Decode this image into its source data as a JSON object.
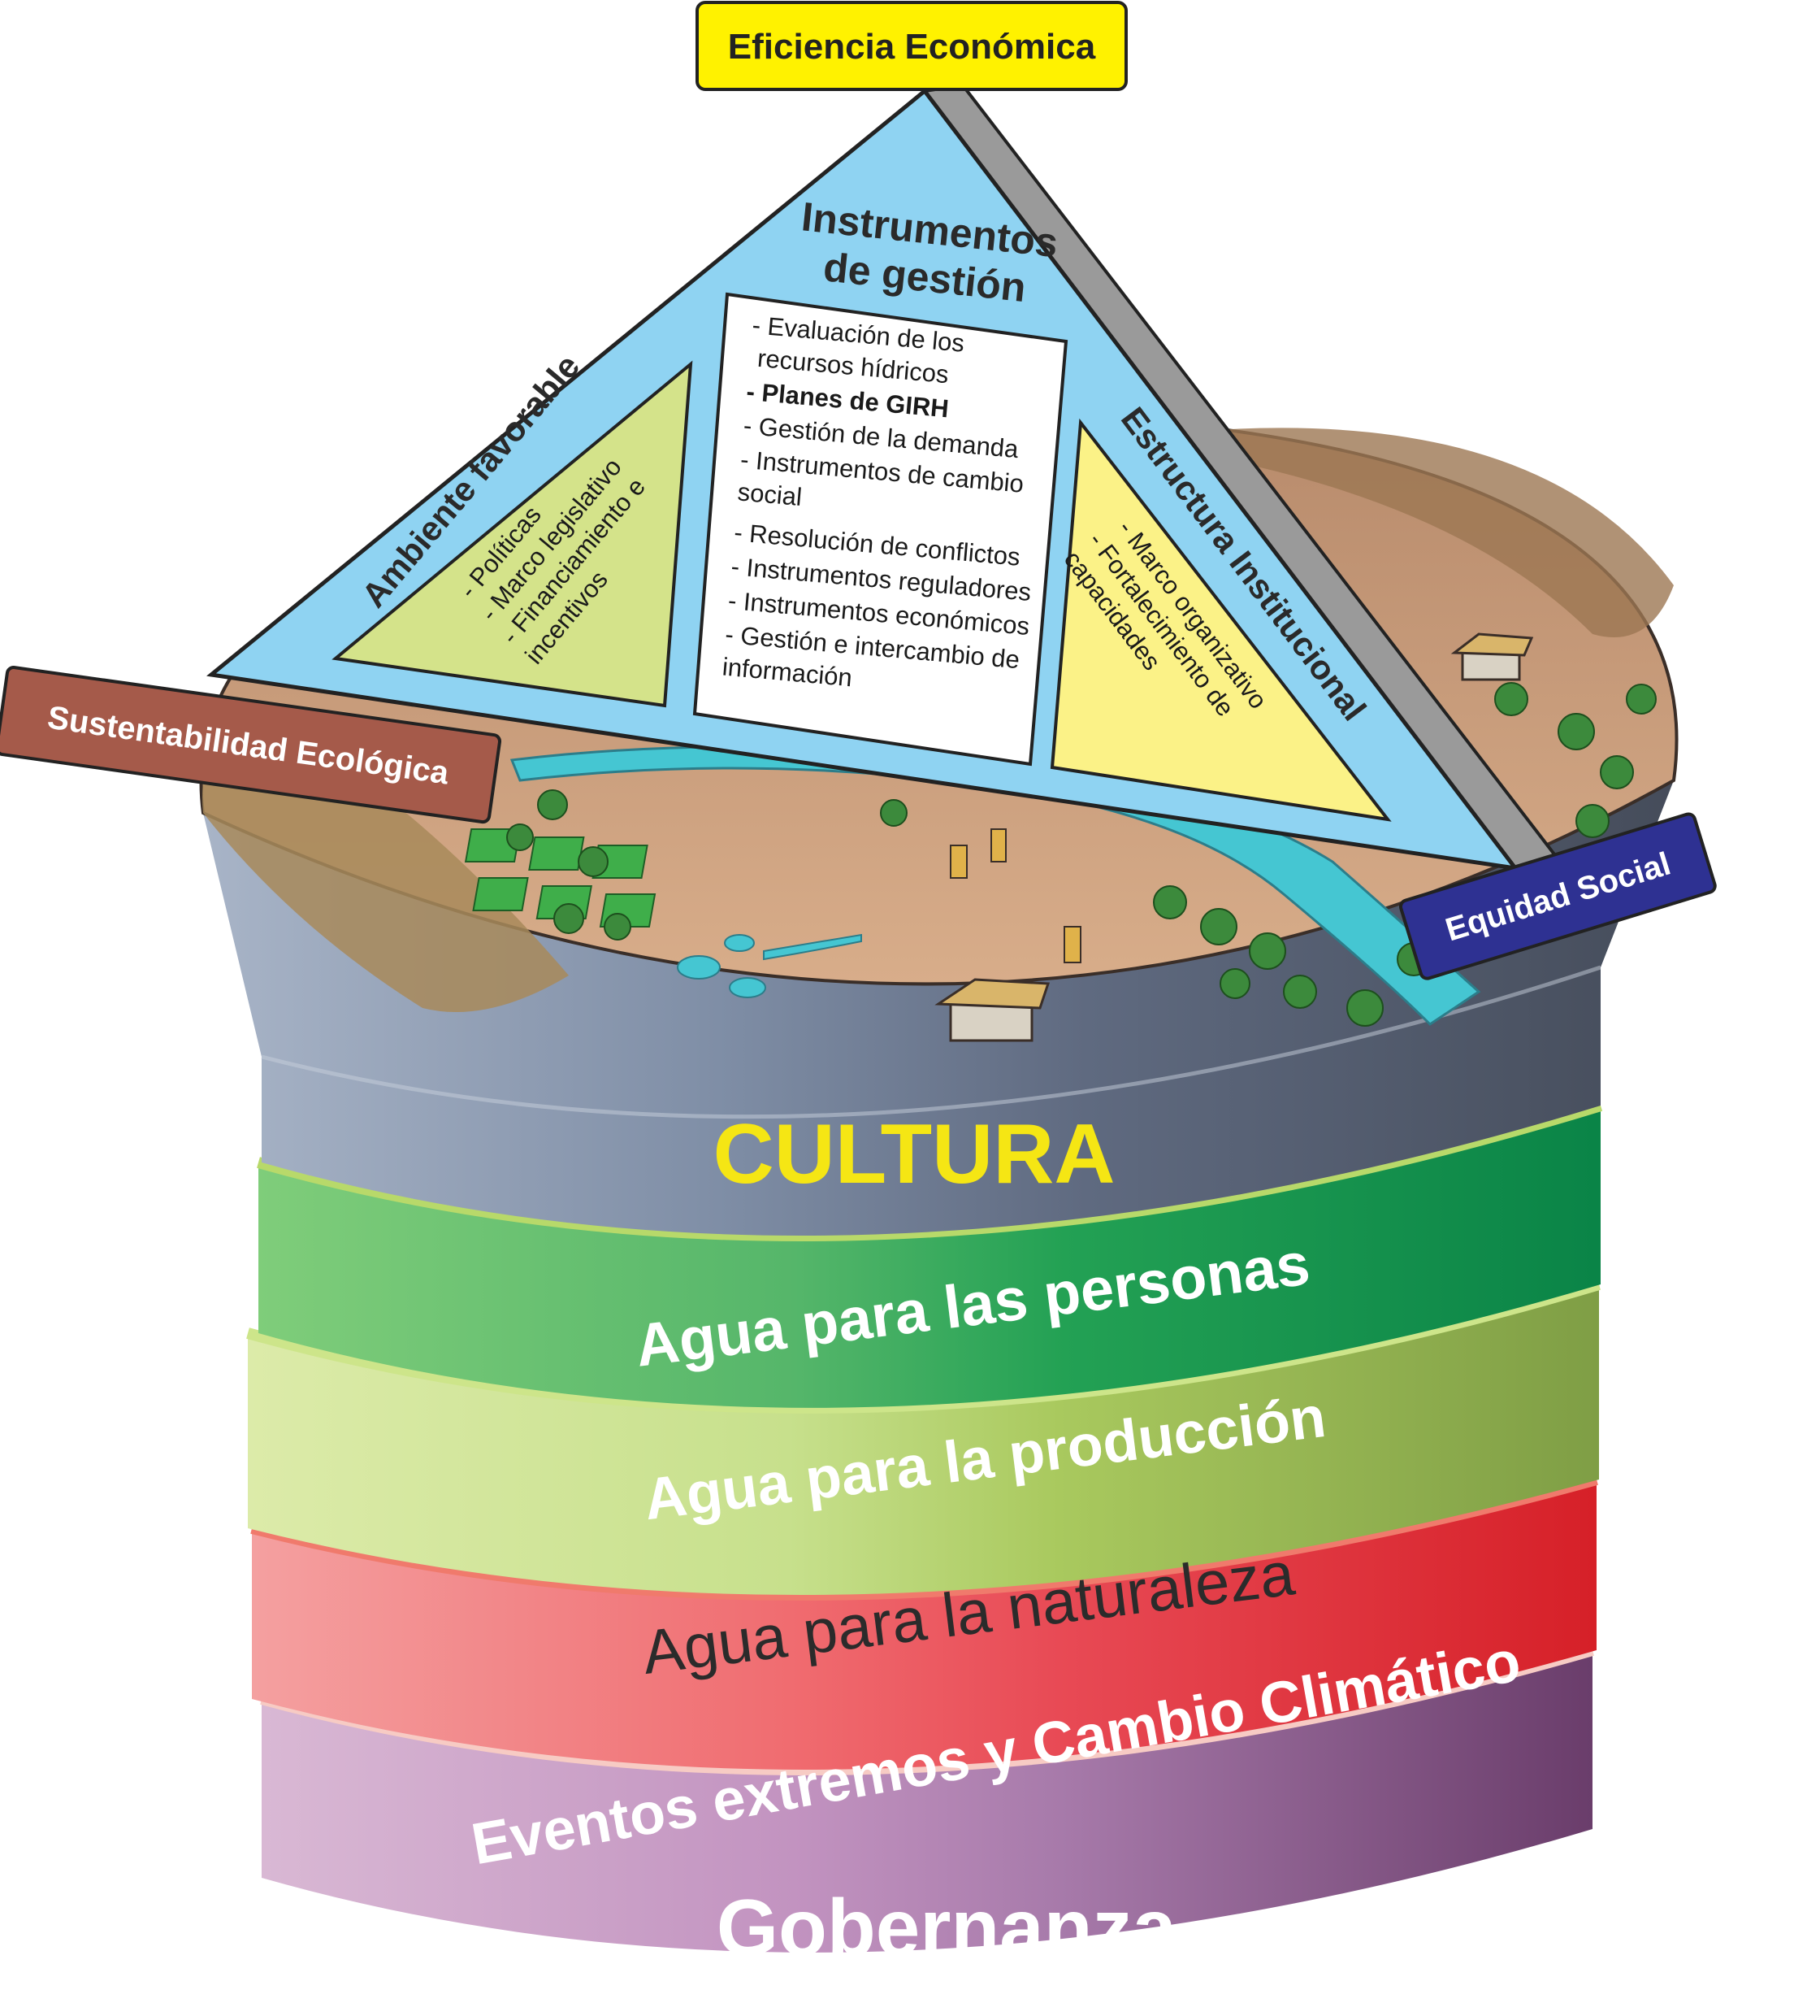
{
  "corner_labels": {
    "top": "Eficiencia Económica",
    "left": "Sustentabilidad Ecológica",
    "right": "Equidad Social"
  },
  "triangle": {
    "title_line1": "Instrumentos",
    "title_line2": "de gestión",
    "left_panel": {
      "title": "Ambiente favorable",
      "items": [
        "- Políticas",
        "- Marco legislativo",
        "- Financiamiento e",
        "incentivos"
      ]
    },
    "center_box": {
      "items": [
        "- Evaluación de los",
        "recursos hídricos",
        "- Planes de GIRH",
        "- Gestión de la demanda",
        "- Instrumentos de cambio",
        "social",
        "- Resolución de conflictos",
        "- Instrumentos reguladores",
        "- Instrumentos económicos",
        "- Gestión e intercambio de",
        "información"
      ]
    },
    "right_panel": {
      "title": "Estructura Institucional",
      "items": [
        "- Marco organizativo",
        "- Fortalecimiento de",
        "capacidades"
      ]
    }
  },
  "layers": [
    {
      "label": "CULTURA",
      "color": "#f5e614"
    },
    {
      "label": "Agua para las personas",
      "color": "#ffffff"
    },
    {
      "label": "Agua para la producción",
      "color": "#ffffff"
    },
    {
      "label": "Agua para la naturaleza",
      "color": "#2b2b2b"
    },
    {
      "label": "Eventos extremos y Cambio Climático",
      "color": "#ffffff"
    },
    {
      "label": "Gobernanza",
      "color": "#ffffff"
    }
  ],
  "colors": {
    "gray_band": "#5a6474",
    "green_band": "#2fa64f",
    "lightgreen_band": "#a8c95c",
    "red_band": "#e8474a",
    "purple_band": "#8e5c92",
    "triangle_blue": "#8fd3f2",
    "panel_yellowgreen": "#d4e38a",
    "panel_yellow": "#fbf287",
    "tag_yellow": "#fff200",
    "tag_brown": "#a55a4a",
    "tag_navy": "#2e3192"
  }
}
